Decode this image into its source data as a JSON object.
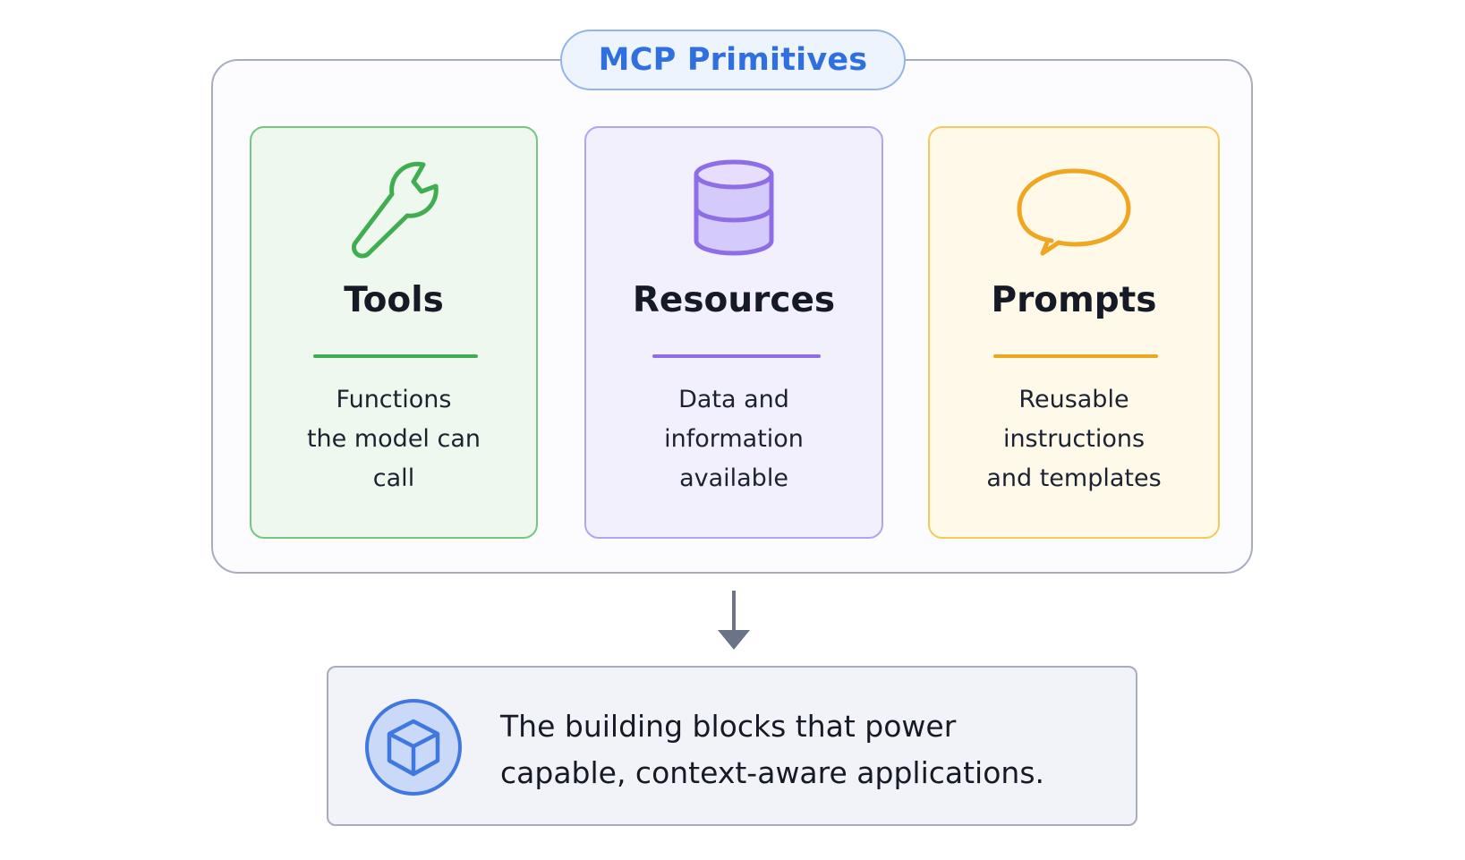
{
  "title": "MCP Primitives",
  "cards": [
    {
      "id": "tools",
      "icon": "wrench-icon",
      "title": "Tools",
      "description_lines": [
        "Functions",
        "the model can",
        "call"
      ],
      "accent_color": "#3fae51"
    },
    {
      "id": "resources",
      "icon": "database-icon",
      "title": "Resources",
      "description_lines": [
        "Data and",
        "information",
        "available"
      ],
      "accent_color": "#8d6ee6"
    },
    {
      "id": "prompts",
      "icon": "speech-bubble-icon",
      "title": "Prompts",
      "description_lines": [
        "Reusable",
        "instructions",
        "and templates"
      ],
      "accent_color": "#efa620"
    }
  ],
  "summary": {
    "icon": "cube-icon",
    "lines": [
      "The building blocks that power",
      "capable, context-aware applications."
    ]
  },
  "colors": {
    "title": "#2f6fe0",
    "frame_border": "#a7adbd",
    "arrow": "#6b7386"
  }
}
